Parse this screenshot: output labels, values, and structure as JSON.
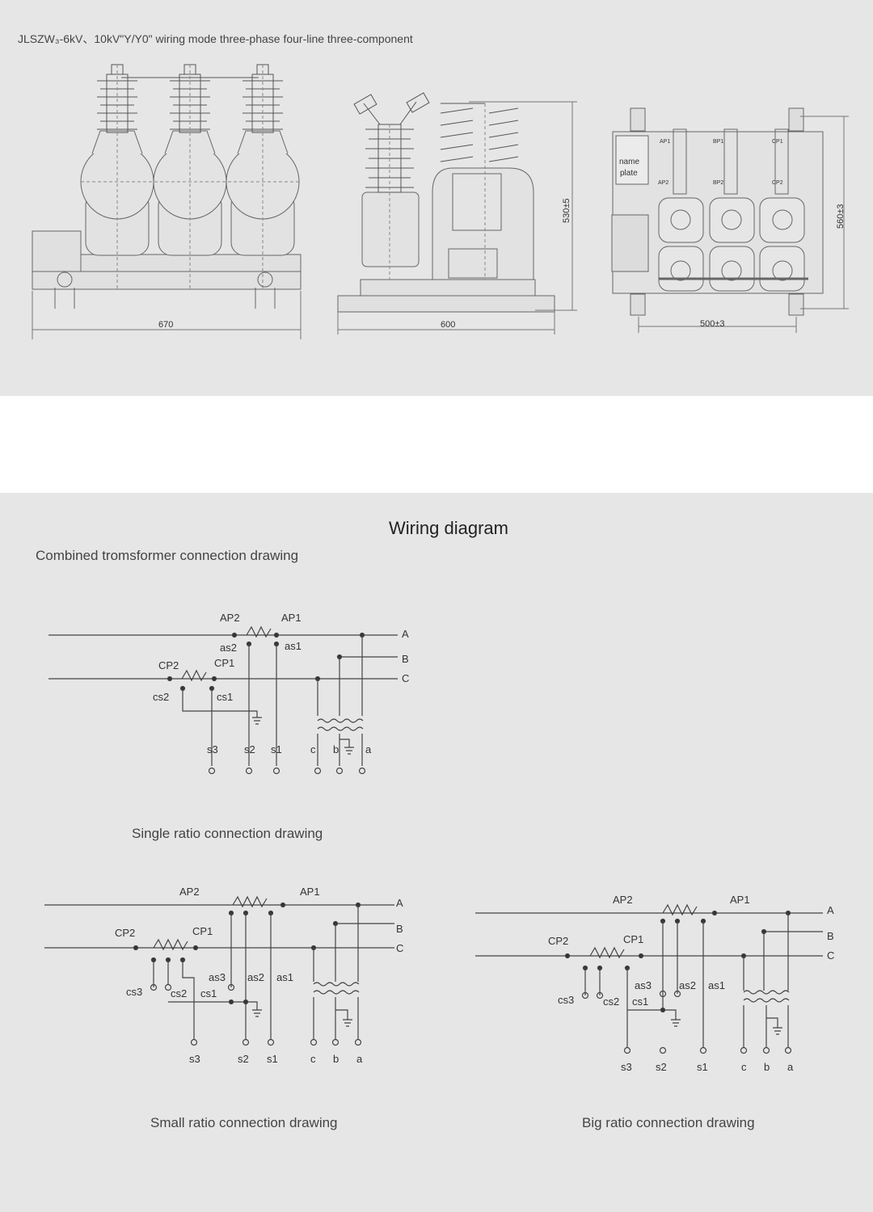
{
  "header": {
    "title": "JLSZW₃-6kV、10kV\"Y/Y0\" wiring mode three-phase four-line three-component"
  },
  "dimensions": {
    "front_width": "670",
    "side_width": "600",
    "side_height": "530±5",
    "top_width": "500±3",
    "top_height": "560±3",
    "nameplate_line1": "name",
    "nameplate_line2": "plate",
    "terminal_labels": [
      "AP1",
      "AP2",
      "BP1",
      "BP2",
      "CP1",
      "CP2"
    ]
  },
  "wiring": {
    "title": "Wiring diagram",
    "combined_caption": "Combined tromsformer connection drawing",
    "single_caption": "Single ratio connection drawing",
    "small_caption": "Small ratio connection drawing",
    "big_caption": "Big ratio connection drawing",
    "phases": [
      "A",
      "B",
      "C"
    ],
    "primary": [
      "AP2",
      "AP1",
      "CP2",
      "CP1"
    ],
    "secondary": [
      "as2",
      "as1",
      "cs2",
      "cs1",
      "as3",
      "cs3"
    ],
    "outputs": [
      "s3",
      "s2",
      "s1",
      "c",
      "b",
      "a"
    ]
  }
}
